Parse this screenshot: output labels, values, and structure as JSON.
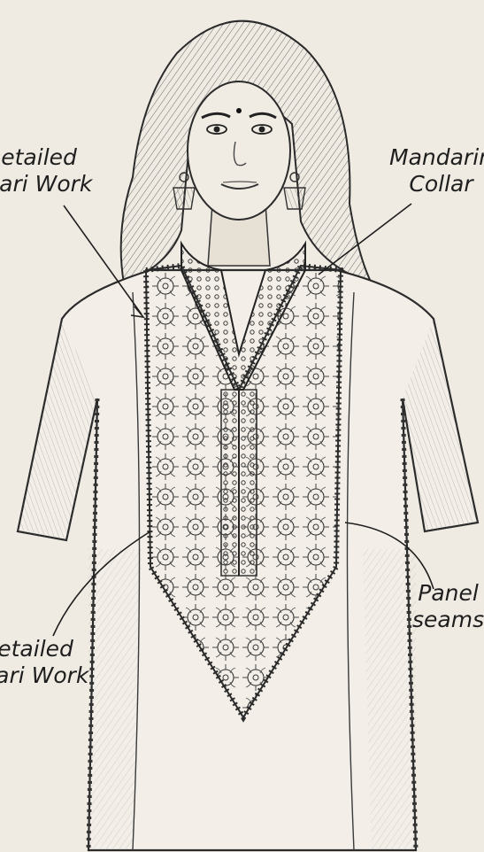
{
  "labels": {
    "zari_work_top": {
      "line1": "Detailed",
      "line2": "Zari Work"
    },
    "mandarin_collar": {
      "line1": "Mandarin",
      "line2": "Collar"
    },
    "panel_seams": {
      "line1": "Panel",
      "line2": "seams"
    },
    "zari_work_bottom": {
      "line1": "Detailed",
      "line2": "Zari Work"
    }
  },
  "colors": {
    "paper": "#efebe3",
    "ink": "#2a2a2a",
    "embroidery": "#3a3a3a"
  }
}
